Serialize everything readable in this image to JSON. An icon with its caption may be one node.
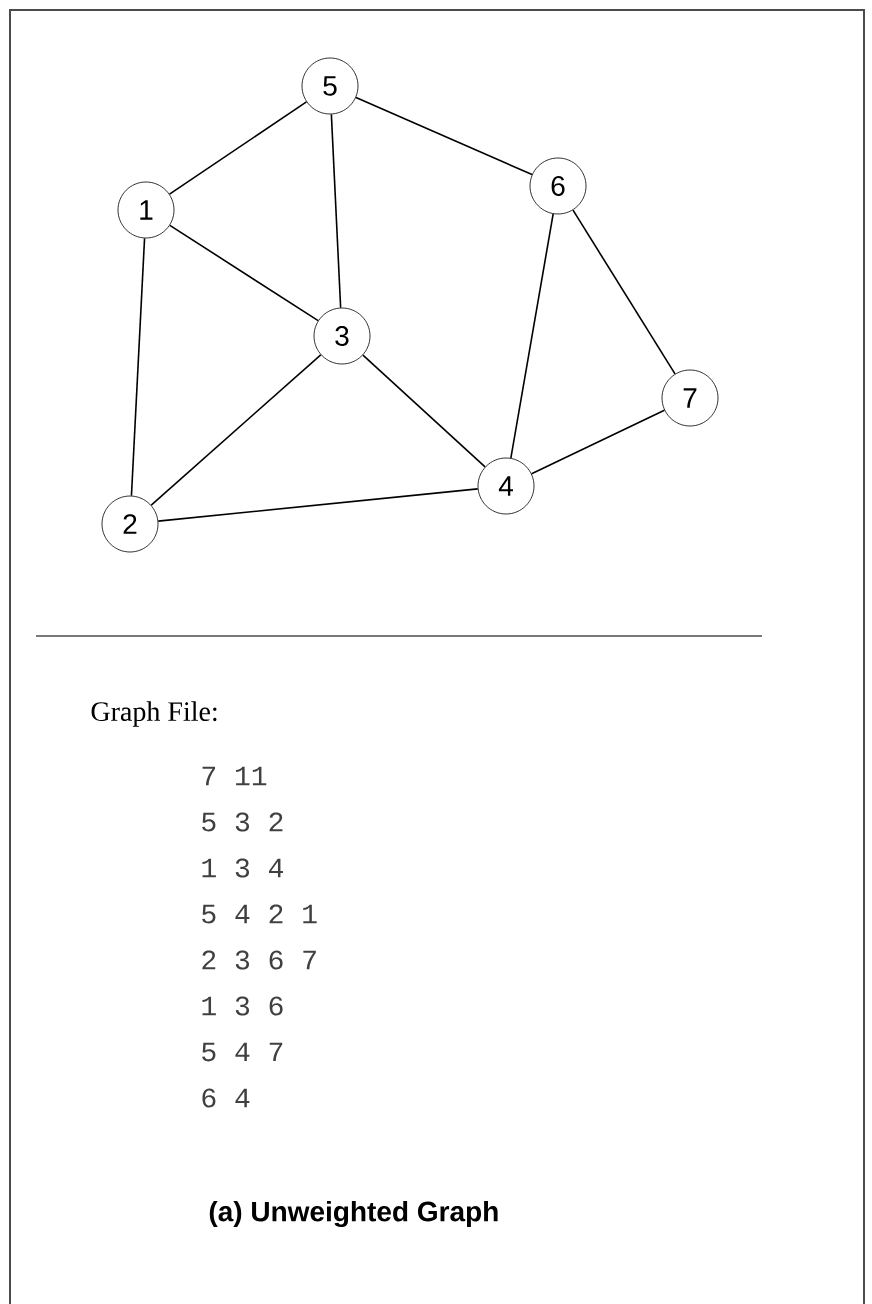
{
  "diagram": {
    "caption": "(a) Unweighted Graph",
    "nodes": [
      {
        "text": [
          "1"
        ]
      },
      {
        "text": [
          "2"
        ]
      },
      {
        "text": [
          "3"
        ]
      },
      {
        "text": [
          "4"
        ]
      },
      {
        "text": [
          "5"
        ]
      },
      {
        "text": [
          "6"
        ]
      },
      {
        "text": [
          "7"
        ]
      }
    ],
    "edges": [
      {
        "from": 4,
        "to": 0,
        "arrow": "none"
      },
      {
        "from": 4,
        "to": 2,
        "arrow": "none"
      },
      {
        "from": 4,
        "to": 5,
        "arrow": "none"
      },
      {
        "from": 0,
        "to": 2,
        "arrow": "none"
      },
      {
        "from": 0,
        "to": 1,
        "arrow": "none"
      },
      {
        "from": 1,
        "to": 2,
        "arrow": "none"
      },
      {
        "from": 1,
        "to": 3,
        "arrow": "none"
      },
      {
        "from": 2,
        "to": 3,
        "arrow": "none"
      },
      {
        "from": 5,
        "to": 3,
        "arrow": "none"
      },
      {
        "from": 5,
        "to": 6,
        "arrow": "none"
      },
      {
        "from": 6,
        "to": 3,
        "arrow": "none"
      }
    ],
    "labels": [
      "Graph File:",
      "7 11",
      "5 3 2",
      "1 3 4",
      "5 4 2 1",
      "2 3 6 7",
      "1 3 6",
      "5 4 7",
      "6 4"
    ]
  }
}
